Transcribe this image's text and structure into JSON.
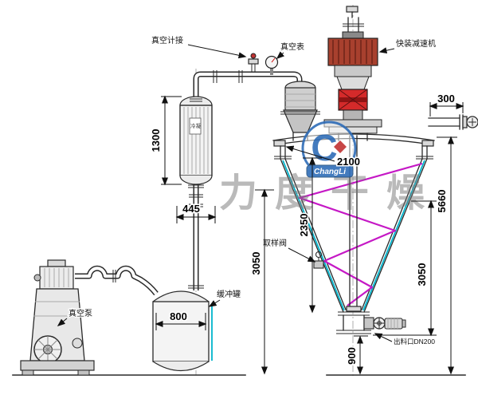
{
  "drawing": {
    "watermark_text": "力度干燥",
    "logo": {
      "letter": "C",
      "banner": "ChangLi"
    },
    "labels": {
      "vacuum_gauge_port": "真空计接",
      "vacuum_gauge": "真空表",
      "reducer": "快装减速机",
      "condenser_tag": "冷凝",
      "buffer_tank": "缓冲罐",
      "vacuum_pump": "真空泵",
      "sample_valve": "取样阀",
      "discharge_port": "出料口DN200"
    },
    "dims": {
      "condenser_height": "1300",
      "pipe_offset": "445",
      "tank_diameter": "800",
      "left_height": "3050",
      "shell_height": "2350",
      "top_diameter": "2100",
      "nozzle_length": "300",
      "total_height": "5660",
      "cone_height": "3050",
      "discharge_height": "900"
    }
  }
}
